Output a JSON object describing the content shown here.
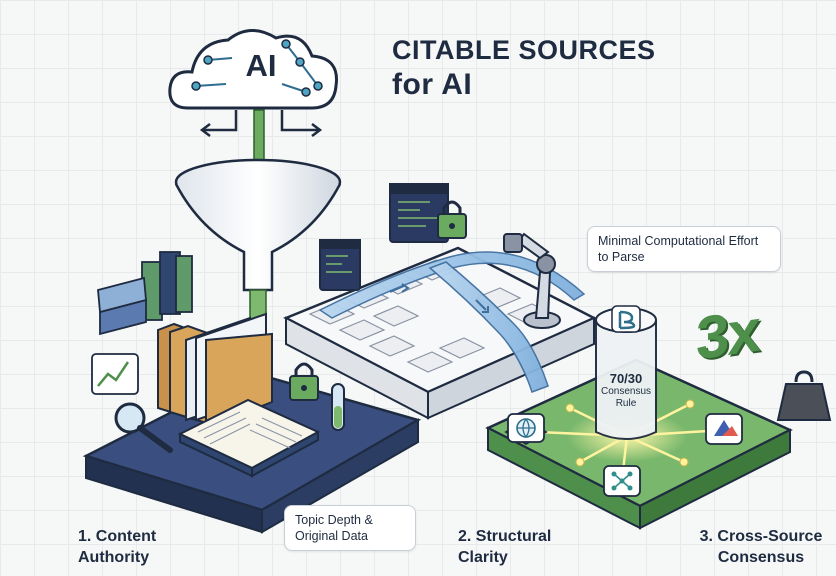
{
  "title": {
    "line1": "CITABLE SOURCES",
    "line2": "for AI"
  },
  "ai_label": "AI",
  "callouts": {
    "topic_depth": "Topic Depth & Original Data",
    "minimal_parse": "Minimal Computational Effort to Parse"
  },
  "consensus_rule": {
    "ratio": "70/30",
    "line2": "Consensus",
    "line3": "Rule"
  },
  "multiplier": "3x",
  "captions": {
    "content_authority": "1. Content Authority",
    "structural_clarity": "2. Structural Clarity",
    "cross_source": "3. Cross-Source Consensus"
  },
  "colors": {
    "navy_platform": "#2a3a63",
    "green_platform": "#6aab5f",
    "white_platform": "#f3f4f6",
    "funnel": "#e9edf2",
    "stream": "#9cc3e8",
    "folders": "#d8a55a",
    "accent_green": "#4f8f4c"
  },
  "icons": [
    "cloud-icon",
    "funnel-icon",
    "book-icon",
    "folder-icon",
    "magnifier-icon",
    "chart-icon",
    "lock-icon",
    "code-window-icon",
    "robot-arm-icon",
    "cylinder-icon",
    "globe-icon",
    "network-icon",
    "weight-icon",
    "test-tube-icon"
  ]
}
